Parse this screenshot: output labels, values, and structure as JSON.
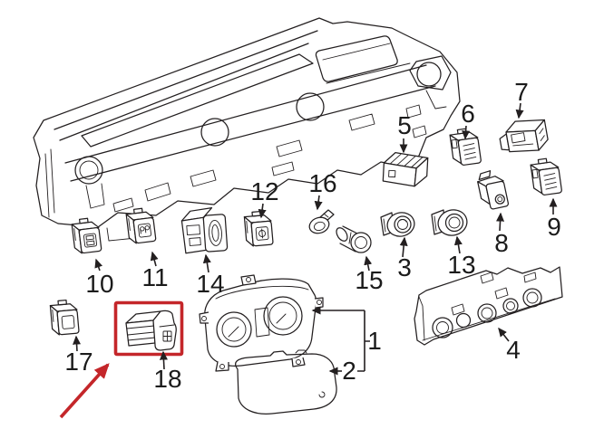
{
  "diagram": {
    "type": "automotive-parts-diagram",
    "subject": "instrument panel switches",
    "background_color": "#ffffff",
    "line_color": "#231f20",
    "highlight_color": "#c4262a",
    "highlighted_part": "18",
    "part_labels": {
      "p1": "1",
      "p2": "2",
      "p3": "3",
      "p4": "4",
      "p5": "5",
      "p6": "6",
      "p7": "7",
      "p8": "8",
      "p9": "9",
      "p10": "10",
      "p11": "11",
      "p12": "12",
      "p13": "13",
      "p14": "14",
      "p15": "15",
      "p16": "16",
      "p17": "17",
      "p18": "18"
    }
  }
}
